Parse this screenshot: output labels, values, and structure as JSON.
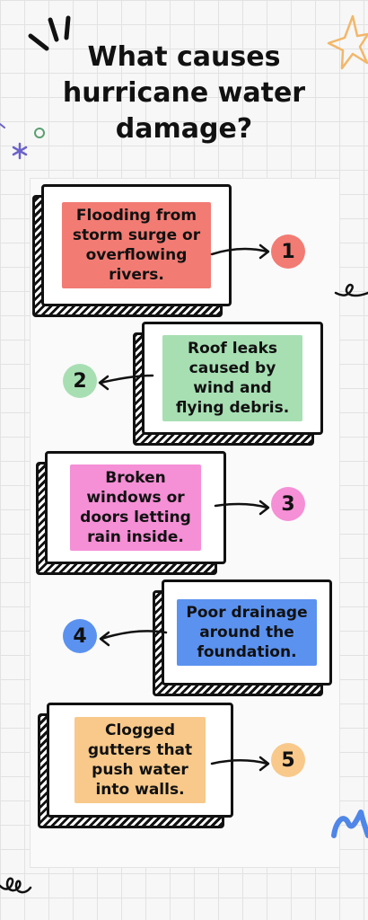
{
  "title": {
    "line1": "What causes",
    "line2": "hurricane water",
    "line3": "damage?"
  },
  "causes": [
    {
      "number": "1",
      "text": "Flooding from storm surge or overflowing rivers.",
      "color": "#f27b73"
    },
    {
      "number": "2",
      "text": "Roof leaks caused by wind and flying debris.",
      "color": "#a7dfb3"
    },
    {
      "number": "3",
      "text": "Broken windows or doors letting rain inside.",
      "color": "#f58fd6"
    },
    {
      "number": "4",
      "text": "Poor drainage around the foundation.",
      "color": "#5b92f0"
    },
    {
      "number": "5",
      "text": "Clogged gutters that push water into walls.",
      "color": "#f8c98a"
    }
  ],
  "colors": {
    "background": "#f7f7f7",
    "ink": "#111111"
  }
}
